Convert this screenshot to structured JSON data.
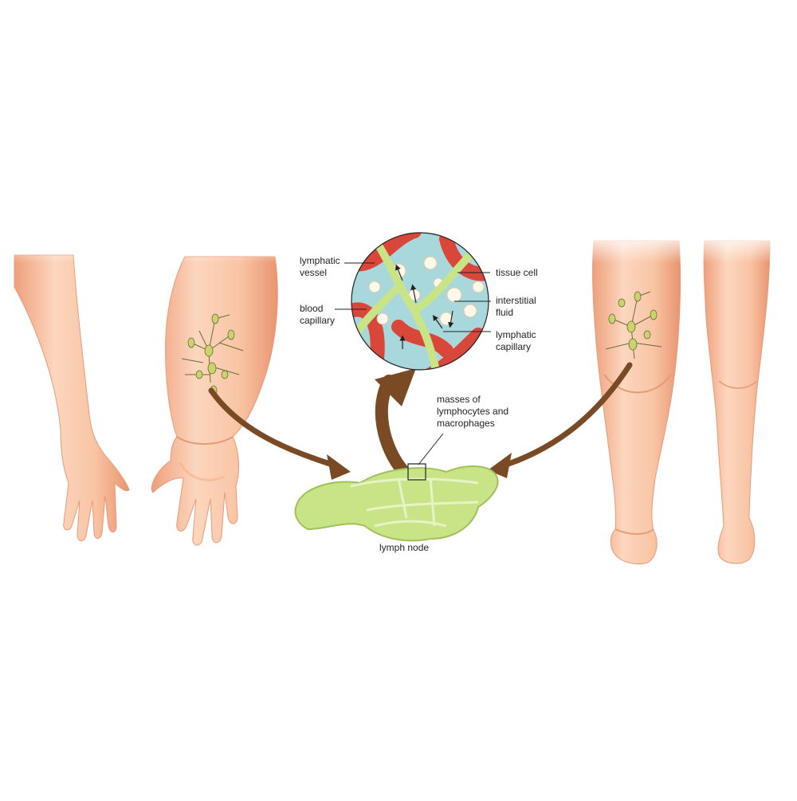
{
  "labels": {
    "lymphatic_vessel": [
      "lymphatic",
      "vessel"
    ],
    "blood_capillary": [
      "blood",
      "capillary"
    ],
    "tissue_cell": "tissue cell",
    "interstitial_fluid": [
      "interstitial",
      "fluid"
    ],
    "lymphatic_capillary": [
      "lymphatic",
      "capillary"
    ],
    "lymphocyte_masses": [
      "masses of",
      "lymphocytes and",
      "macrophages"
    ],
    "lymph_node": "lymph node"
  },
  "colors": {
    "skin": "#f9c4a4",
    "skin_shade": "#eea07c",
    "skin_light": "#fde3d3",
    "blood": "#d9463a",
    "fluid": "#a9d8dc",
    "lymph": "#c9e487",
    "lymph_dark": "#9ec257",
    "arrow": "#7a4a24",
    "text": "#222222"
  }
}
